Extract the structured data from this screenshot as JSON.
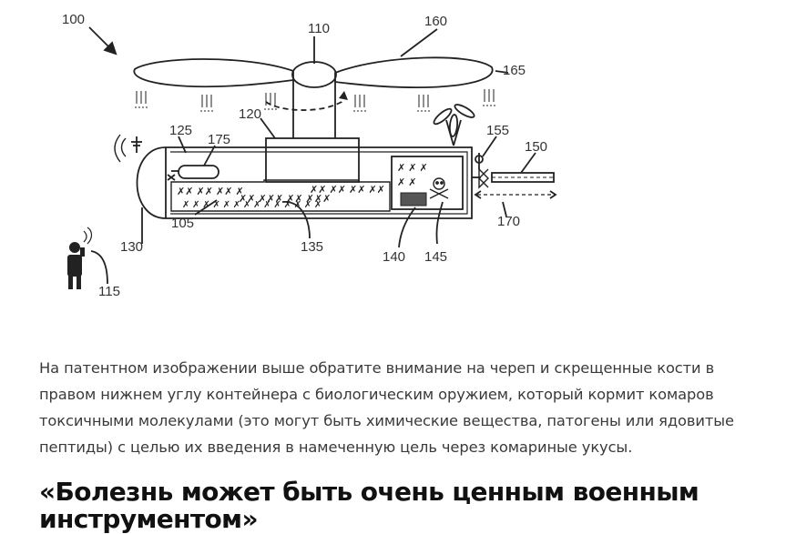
{
  "figure": {
    "ref_labels": {
      "r100": "100",
      "r110": "110",
      "r160": "160",
      "r165": "165",
      "r120": "120",
      "r125": "125",
      "r175": "175",
      "r155": "155",
      "r150": "150",
      "r105": "105",
      "r170": "170",
      "r130": "130",
      "r135": "135",
      "r140": "140",
      "r145": "145",
      "r115": "115"
    }
  },
  "article": {
    "caption": "На патентном изображении выше обратите внимание на череп и скрещенные кости в правом нижнем углу контейнера с биологическим оружием, который кормит комаров токсичными молекулами (это могут быть химические вещества, патогены или ядовитые пептиды) с целью их введения в намеченную цель через комариные укусы.",
    "headline": "«Болезнь может быть очень ценным военным инструментом»"
  }
}
